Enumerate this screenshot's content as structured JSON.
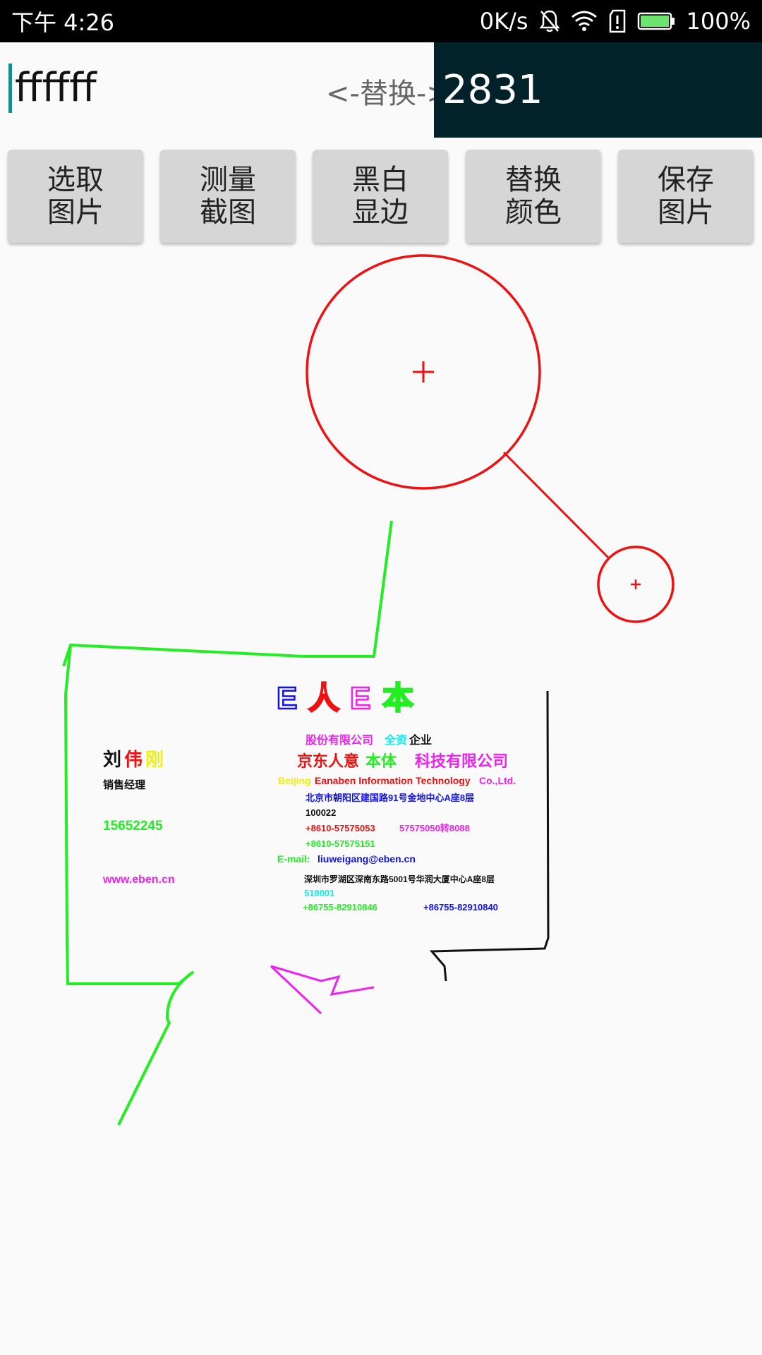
{
  "status": {
    "time": "下午 4:26",
    "net_speed": "0K/s",
    "battery": "100%"
  },
  "color_panel": {
    "source_color": "ffffff",
    "replace_label": "<-替换->",
    "target_value": "2831",
    "target_bg": "#02222a"
  },
  "toolbar": {
    "buttons": [
      {
        "label": "选取\n图片"
      },
      {
        "label": "测量\n截图"
      },
      {
        "label": "黑白\n显边"
      },
      {
        "label": "替换\n颜色"
      },
      {
        "label": "保存\n图片"
      }
    ]
  },
  "card": {
    "logo": "E人E本",
    "name_a": "刘",
    "name_b": "伟",
    "name_c": "刚",
    "title": "销售经理",
    "phone": "15652245",
    "website": "www.eben.cn",
    "line1a": "股份有限公司",
    "line1b": "全资",
    "line1c": "企业",
    "company_cn_a": "京东人意",
    "company_cn_b": "本体",
    "company_cn_c": "科技有限公司",
    "company_en_a": "Beijing",
    "company_en_b": "Eanaben Information Technology",
    "company_en_c": "Co.,Ltd.",
    "address1": "北京市朝阳区建国路91号金地中心A座8层",
    "postcode1": "100022",
    "tel1": "+8610-57575053",
    "tel1b": "57575050转8088",
    "tel2": "+8610-57575151",
    "email_label": "E-mail:",
    "email": "liuweigang@eben.cn",
    "address2": "深圳市罗湖区深南东路5001号华润大厦中心A座8层",
    "postcode2": "518001",
    "tel3": "+86755-82910846",
    "tel4": "+86755-82910840"
  },
  "colors": {
    "accent": "#1a8c8c",
    "circle": "#ee1111",
    "outline_green": "#22ee22",
    "magenta": "#ee22ee",
    "blue": "#1111ee",
    "yellow": "#eeee11",
    "cyan": "#11eeee"
  }
}
